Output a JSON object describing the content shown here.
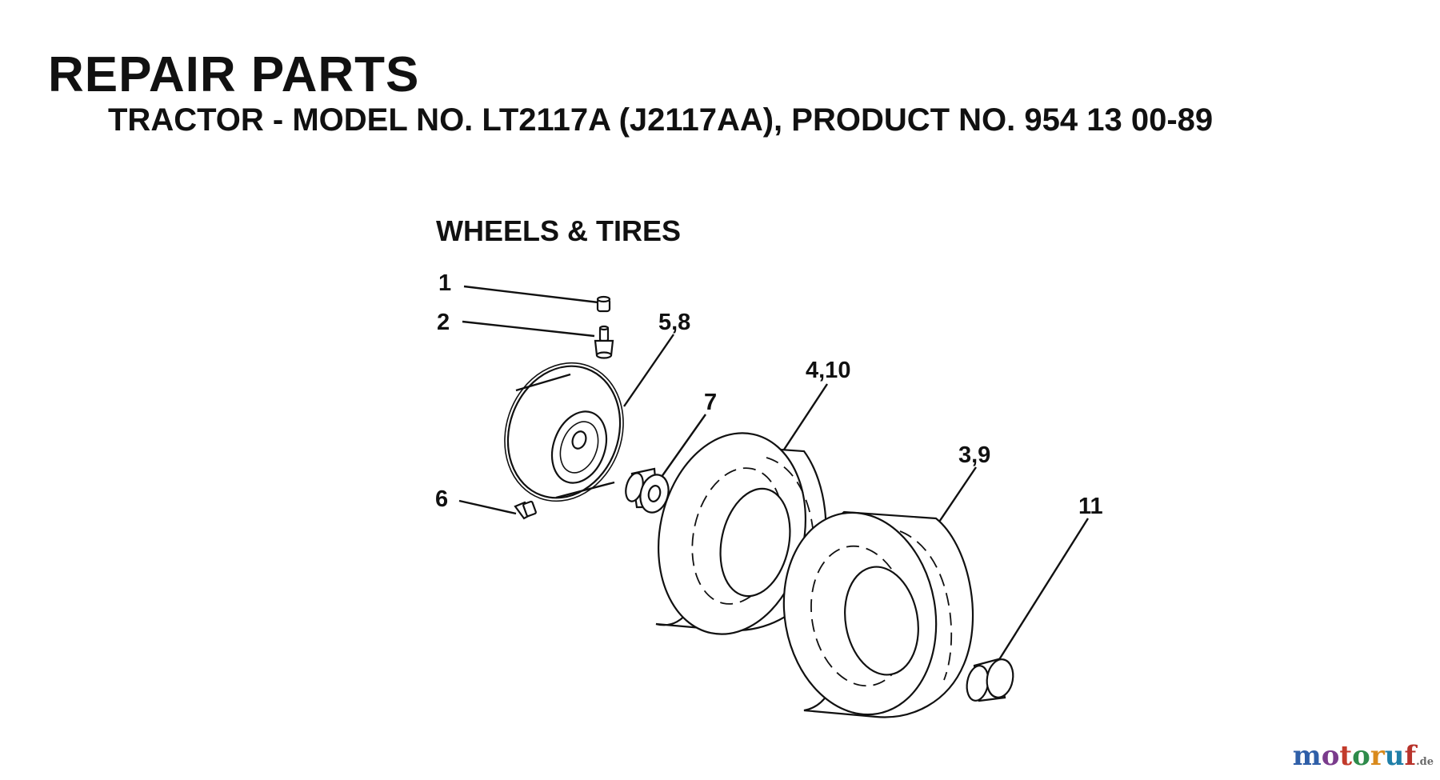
{
  "document": {
    "title": "REPAIR PARTS",
    "subtitle": "TRACTOR - MODEL NO. LT2117A (J2117AA),  PRODUCT NO. 954 13 00-89"
  },
  "diagram": {
    "section_title": "WHEELS & TIRES",
    "callouts": [
      "1",
      "2",
      "5,8",
      "7",
      "4,10",
      "6",
      "3,9",
      "11"
    ]
  },
  "watermark": {
    "text": "motoruf",
    "tld": ".de",
    "colors": [
      "#2f5fa8",
      "#7a3b8c",
      "#c23b2b",
      "#2e8b4a",
      "#d98a1c",
      "#1f7fa8",
      "#b8332b"
    ]
  }
}
